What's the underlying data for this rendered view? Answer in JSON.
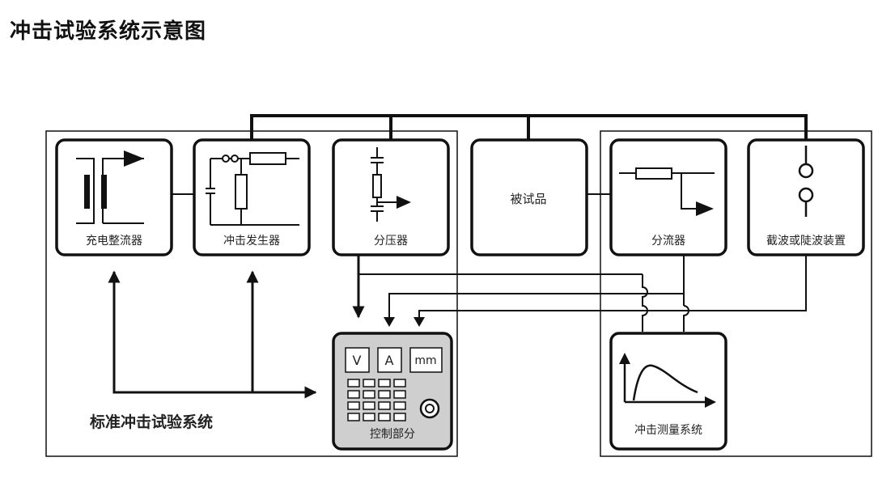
{
  "title": "冲击试验系统示意图",
  "components": {
    "charger": "充电整流器",
    "generator": "冲击发生器",
    "divider": "分压器",
    "test_object": "被试品",
    "shunt": "分流器",
    "chopper": "截波或陡波装置",
    "control": "控制部分",
    "measurement": "冲击测量系统"
  },
  "system_label": "标准冲击试验系统",
  "meters": {
    "voltage": "V",
    "current": "A",
    "distance": "mm"
  }
}
